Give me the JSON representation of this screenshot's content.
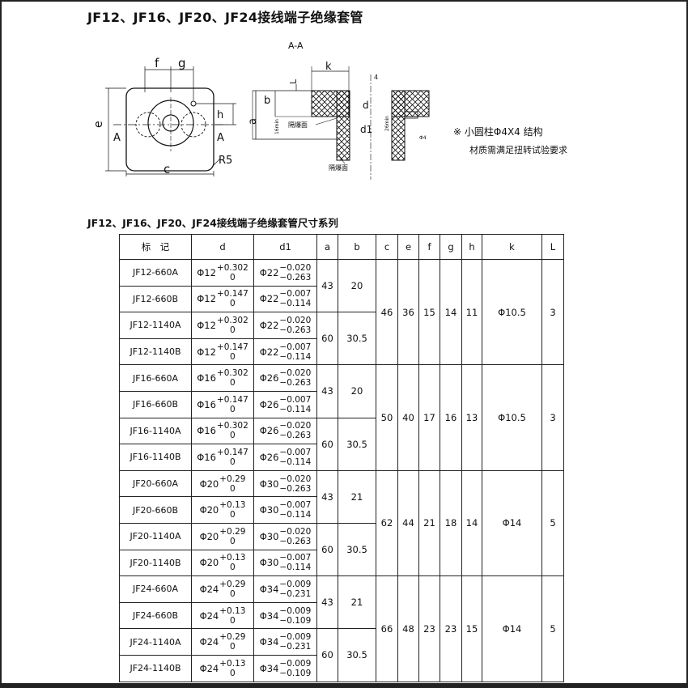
{
  "page": {
    "title": "JF12、JF16、JF20、JF24接线端子绝缘套管",
    "table_title": "JF12、JF16、JF20、JF24接线端子绝缘套管尺寸系列"
  },
  "drawing": {
    "section_label": "A-A",
    "labels": {
      "f": "f",
      "g": "g",
      "e": "e",
      "h": "h",
      "c": "c",
      "r5": "R5",
      "a_left": "A",
      "a_right": "A",
      "k": "k",
      "l": "L",
      "b": "b",
      "a": "a",
      "d": "d",
      "d1": "d1",
      "min16": "16min",
      "min26": "26min",
      "phi4": "Φ4",
      "four": "4",
      "isolation1": "隔爆面",
      "isolation2": "隔爆面"
    },
    "note_line1": "※ 小圆柱Φ4X4 结构",
    "note_line2": "材质需满足扭转试验要求"
  },
  "table": {
    "headers": [
      "标　记",
      "d",
      "d1",
      "a",
      "b",
      "c",
      "e",
      "f",
      "g",
      "h",
      "k",
      "L"
    ],
    "groups": [
      {
        "c": "46",
        "e": "36",
        "f": "15",
        "g": "14",
        "h": "11",
        "k": "Φ10.5",
        "L": "3",
        "rows": [
          {
            "model": "JF12-660A",
            "d": {
              "base": "Φ12",
              "up": "+0.302",
              "low": "0"
            },
            "d1": {
              "base": "Φ22",
              "up": "−0.020",
              "low": "−0.263"
            }
          },
          {
            "model": "JF12-660B",
            "d": {
              "base": "Φ12",
              "up": "+0.147",
              "low": "0"
            },
            "d1": {
              "base": "Φ22",
              "up": "−0.007",
              "low": "−0.114"
            }
          },
          {
            "model": "JF12-1140A",
            "d": {
              "base": "Φ12",
              "up": "+0.302",
              "low": "0"
            },
            "d1": {
              "base": "Φ22",
              "up": "−0.020",
              "low": "−0.263"
            }
          },
          {
            "model": "JF12-1140B",
            "d": {
              "base": "Φ12",
              "up": "+0.147",
              "low": "0"
            },
            "d1": {
              "base": "Φ22",
              "up": "−0.007",
              "low": "−0.114"
            }
          }
        ],
        "ab": [
          {
            "a": "43",
            "b": "20"
          },
          {
            "a": "60",
            "b": "30.5"
          }
        ]
      },
      {
        "c": "50",
        "e": "40",
        "f": "17",
        "g": "16",
        "h": "13",
        "k": "Φ10.5",
        "L": "3",
        "rows": [
          {
            "model": "JF16-660A",
            "d": {
              "base": "Φ16",
              "up": "+0.302",
              "low": "0"
            },
            "d1": {
              "base": "Φ26",
              "up": "−0.020",
              "low": "−0.263"
            }
          },
          {
            "model": "JF16-660B",
            "d": {
              "base": "Φ16",
              "up": "+0.147",
              "low": "0"
            },
            "d1": {
              "base": "Φ26",
              "up": "−0.007",
              "low": "−0.114"
            }
          },
          {
            "model": "JF16-1140A",
            "d": {
              "base": "Φ16",
              "up": "+0.302",
              "low": "0"
            },
            "d1": {
              "base": "Φ26",
              "up": "−0.020",
              "low": "−0.263"
            }
          },
          {
            "model": "JF16-1140B",
            "d": {
              "base": "Φ16",
              "up": "+0.147",
              "low": "0"
            },
            "d1": {
              "base": "Φ26",
              "up": "−0.007",
              "low": "−0.114"
            }
          }
        ],
        "ab": [
          {
            "a": "43",
            "b": "20"
          },
          {
            "a": "60",
            "b": "30.5"
          }
        ]
      },
      {
        "c": "62",
        "e": "44",
        "f": "21",
        "g": "18",
        "h": "14",
        "k": "Φ14",
        "L": "5",
        "rows": [
          {
            "model": "JF20-660A",
            "d": {
              "base": "Φ20",
              "up": "+0.29",
              "low": "0"
            },
            "d1": {
              "base": "Φ30",
              "up": "−0.020",
              "low": "−0.263"
            }
          },
          {
            "model": "JF20-660B",
            "d": {
              "base": "Φ20",
              "up": "+0.13",
              "low": "0"
            },
            "d1": {
              "base": "Φ30",
              "up": "−0.007",
              "low": "−0.114"
            }
          },
          {
            "model": "JF20-1140A",
            "d": {
              "base": "Φ20",
              "up": "+0.29",
              "low": "0"
            },
            "d1": {
              "base": "Φ30",
              "up": "−0.020",
              "low": "−0.263"
            }
          },
          {
            "model": "JF20-1140B",
            "d": {
              "base": "Φ20",
              "up": "+0.13",
              "low": "0"
            },
            "d1": {
              "base": "Φ30",
              "up": "−0.007",
              "low": "−0.114"
            }
          }
        ],
        "ab": [
          {
            "a": "43",
            "b": "21"
          },
          {
            "a": "60",
            "b": "30.5"
          }
        ]
      },
      {
        "c": "66",
        "e": "48",
        "f": "23",
        "g": "23",
        "h": "15",
        "k": "Φ14",
        "L": "5",
        "rows": [
          {
            "model": "JF24-660A",
            "d": {
              "base": "Φ24",
              "up": "+0.29",
              "low": "0"
            },
            "d1": {
              "base": "Φ34",
              "up": "−0.009",
              "low": "−0.231"
            }
          },
          {
            "model": "JF24-660B",
            "d": {
              "base": "Φ24",
              "up": "+0.13",
              "low": "0"
            },
            "d1": {
              "base": "Φ34",
              "up": "−0.009",
              "low": "−0.109"
            }
          },
          {
            "model": "JF24-1140A",
            "d": {
              "base": "Φ24",
              "up": "+0.29",
              "low": "0"
            },
            "d1": {
              "base": "Φ34",
              "up": "−0.009",
              "low": "−0.231"
            }
          },
          {
            "model": "JF24-1140B",
            "d": {
              "base": "Φ24",
              "up": "+0.13",
              "low": "0"
            },
            "d1": {
              "base": "Φ34",
              "up": "−0.009",
              "low": "−0.109"
            }
          }
        ],
        "ab": [
          {
            "a": "43",
            "b": "21"
          },
          {
            "a": "60",
            "b": "30.5"
          }
        ]
      }
    ]
  }
}
